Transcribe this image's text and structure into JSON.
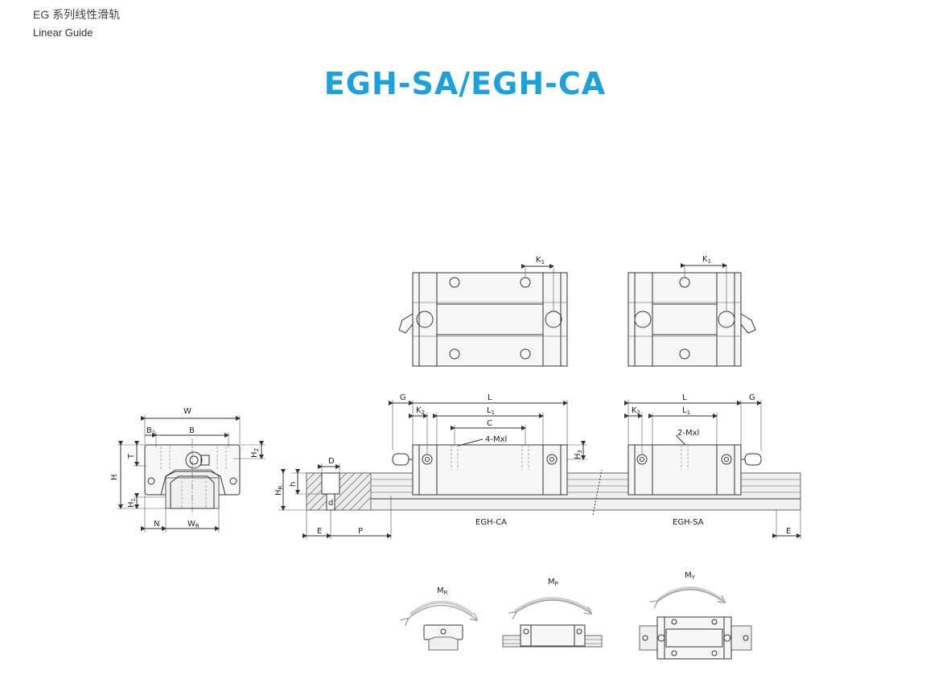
{
  "header": {
    "series_cn": "EG 系列线性滑轨",
    "series_en": "Linear Guide"
  },
  "title": "EGH-SA/EGH-CA",
  "dims": {
    "W": "W",
    "B": "B",
    "B1": "B",
    "B1_sub": "1",
    "T": "T",
    "H": "H",
    "H1": "H",
    "H1_sub": "1",
    "H2": "H",
    "H2_sub": "2",
    "N": "N",
    "WR": "W",
    "WR_sub": "R",
    "D": "D",
    "d": "d",
    "h": "h",
    "HR": "H",
    "HR_sub": "R",
    "E": "E",
    "P": "P",
    "G": "G",
    "L": "L",
    "L1": "L",
    "L1_sub": "1",
    "K1": "K",
    "K1_sub": "1",
    "K2": "K",
    "K2_sub": "2",
    "C": "C",
    "H3": "H",
    "H3_sub": "3",
    "holes_ca": "4-Mxl",
    "holes_sa": "2-Mxl",
    "label_ca": "EGH-CA",
    "label_sa": "EGH-SA"
  },
  "moments": {
    "MR": "M",
    "MR_sub": "R",
    "MP": "M",
    "MP_sub": "P",
    "MY": "M",
    "MY_sub": "Y"
  },
  "colors": {
    "title": "#1ba1dc",
    "line": "#333333",
    "arrow": "#9a9a9a"
  }
}
